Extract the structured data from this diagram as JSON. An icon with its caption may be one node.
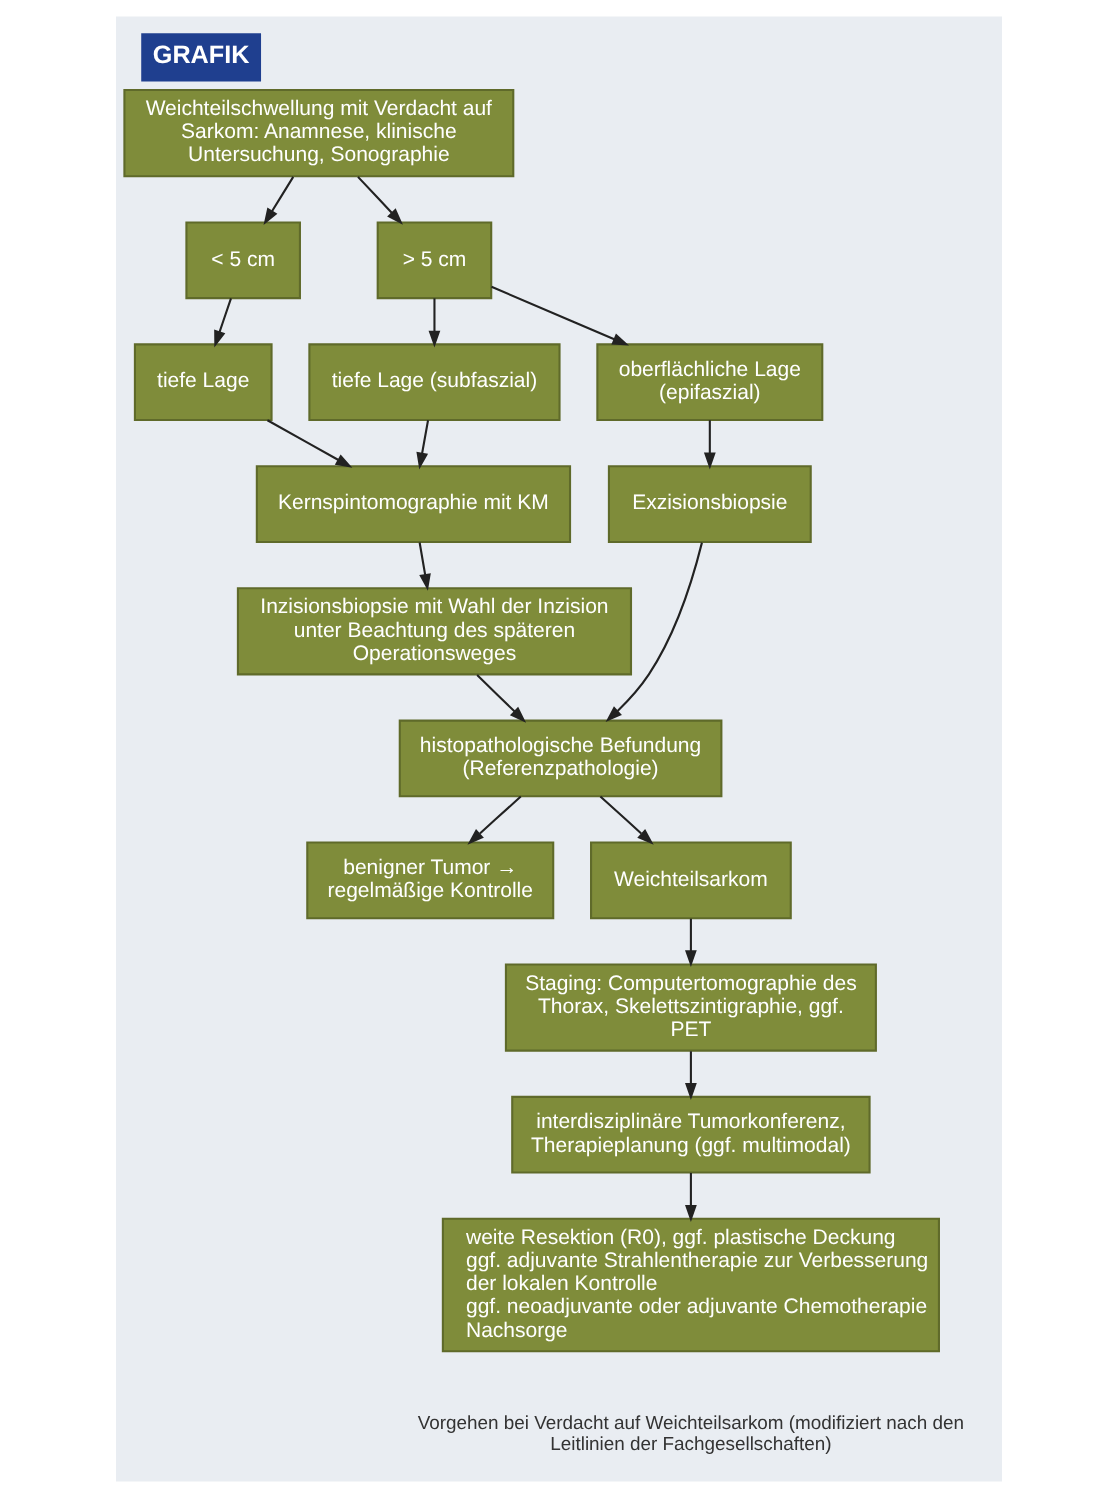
{
  "diagram": {
    "title": "GRAFIK",
    "caption": "Vorgehen bei Verdacht auf Weichteilsarkom (modifiziert nach den Leitlinien der Fachgesellschaften)",
    "nodes": [
      {
        "text": [
          "Weichteilschwellung mit Verdacht auf Sarkom: Anamnese, klinische Untersuchung, Sonographie"
        ]
      },
      {
        "text": [
          "< 5 cm"
        ]
      },
      {
        "text": [
          "> 5 cm"
        ]
      },
      {
        "text": [
          "tiefe Lage"
        ]
      },
      {
        "text": [
          "tiefe Lage (subfaszial)"
        ]
      },
      {
        "text": [
          "oberflächliche Lage (epifaszial)"
        ]
      },
      {
        "text": [
          "Kernspintomographie mit KM"
        ]
      },
      {
        "text": [
          "Inzisionsbiopsie mit Wahl der Inzision unter Beachtung des späteren Operationsweges"
        ]
      },
      {
        "text": [
          "Exzisionsbiopsie"
        ]
      },
      {
        "text": [
          "histopathologische Befundung (Referenzpathologie)"
        ]
      },
      {
        "text": [
          "benigner Tumor → regelmäßige Kontrolle"
        ]
      },
      {
        "text": [
          "Weichteilsarkom"
        ]
      },
      {
        "text": [
          "Staging: Computertomographie des Thorax, Skelettszintigraphie, ggf. PET"
        ]
      },
      {
        "text": [
          "interdisziplinäre Tumorkonferenz, Therapieplanung (ggf. multimodal)"
        ]
      },
      {
        "text": [
          "weite Resektion (R0), ggf. plastische Deckung",
          "ggf. adjuvante Strahlentherapie zur Verbesserung der lokalen Kontrolle",
          "ggf. neoadjuvante oder adjuvante Chemotherapie",
          "Nachsorge"
        ]
      }
    ],
    "edges": [
      {
        "from": 0,
        "to": 1,
        "arrow": "to"
      },
      {
        "from": 0,
        "to": 2,
        "arrow": "to"
      },
      {
        "from": 1,
        "to": 3,
        "arrow": "to"
      },
      {
        "from": 2,
        "to": 4,
        "arrow": "to"
      },
      {
        "from": 2,
        "to": 5,
        "arrow": "to"
      },
      {
        "from": 3,
        "to": 6,
        "arrow": "to"
      },
      {
        "from": 4,
        "to": 6,
        "arrow": "to"
      },
      {
        "from": 6,
        "to": 7,
        "arrow": "to"
      },
      {
        "from": 5,
        "to": 8,
        "arrow": "to"
      },
      {
        "from": 7,
        "to": 9,
        "arrow": "to"
      },
      {
        "from": 8,
        "to": 9,
        "arrow": "to"
      },
      {
        "from": 9,
        "to": 10,
        "arrow": "to"
      },
      {
        "from": 9,
        "to": 11,
        "arrow": "to"
      },
      {
        "from": 11,
        "to": 12,
        "arrow": "to"
      },
      {
        "from": 12,
        "to": 13,
        "arrow": "to"
      },
      {
        "from": 13,
        "to": 14,
        "arrow": "to"
      }
    ]
  }
}
